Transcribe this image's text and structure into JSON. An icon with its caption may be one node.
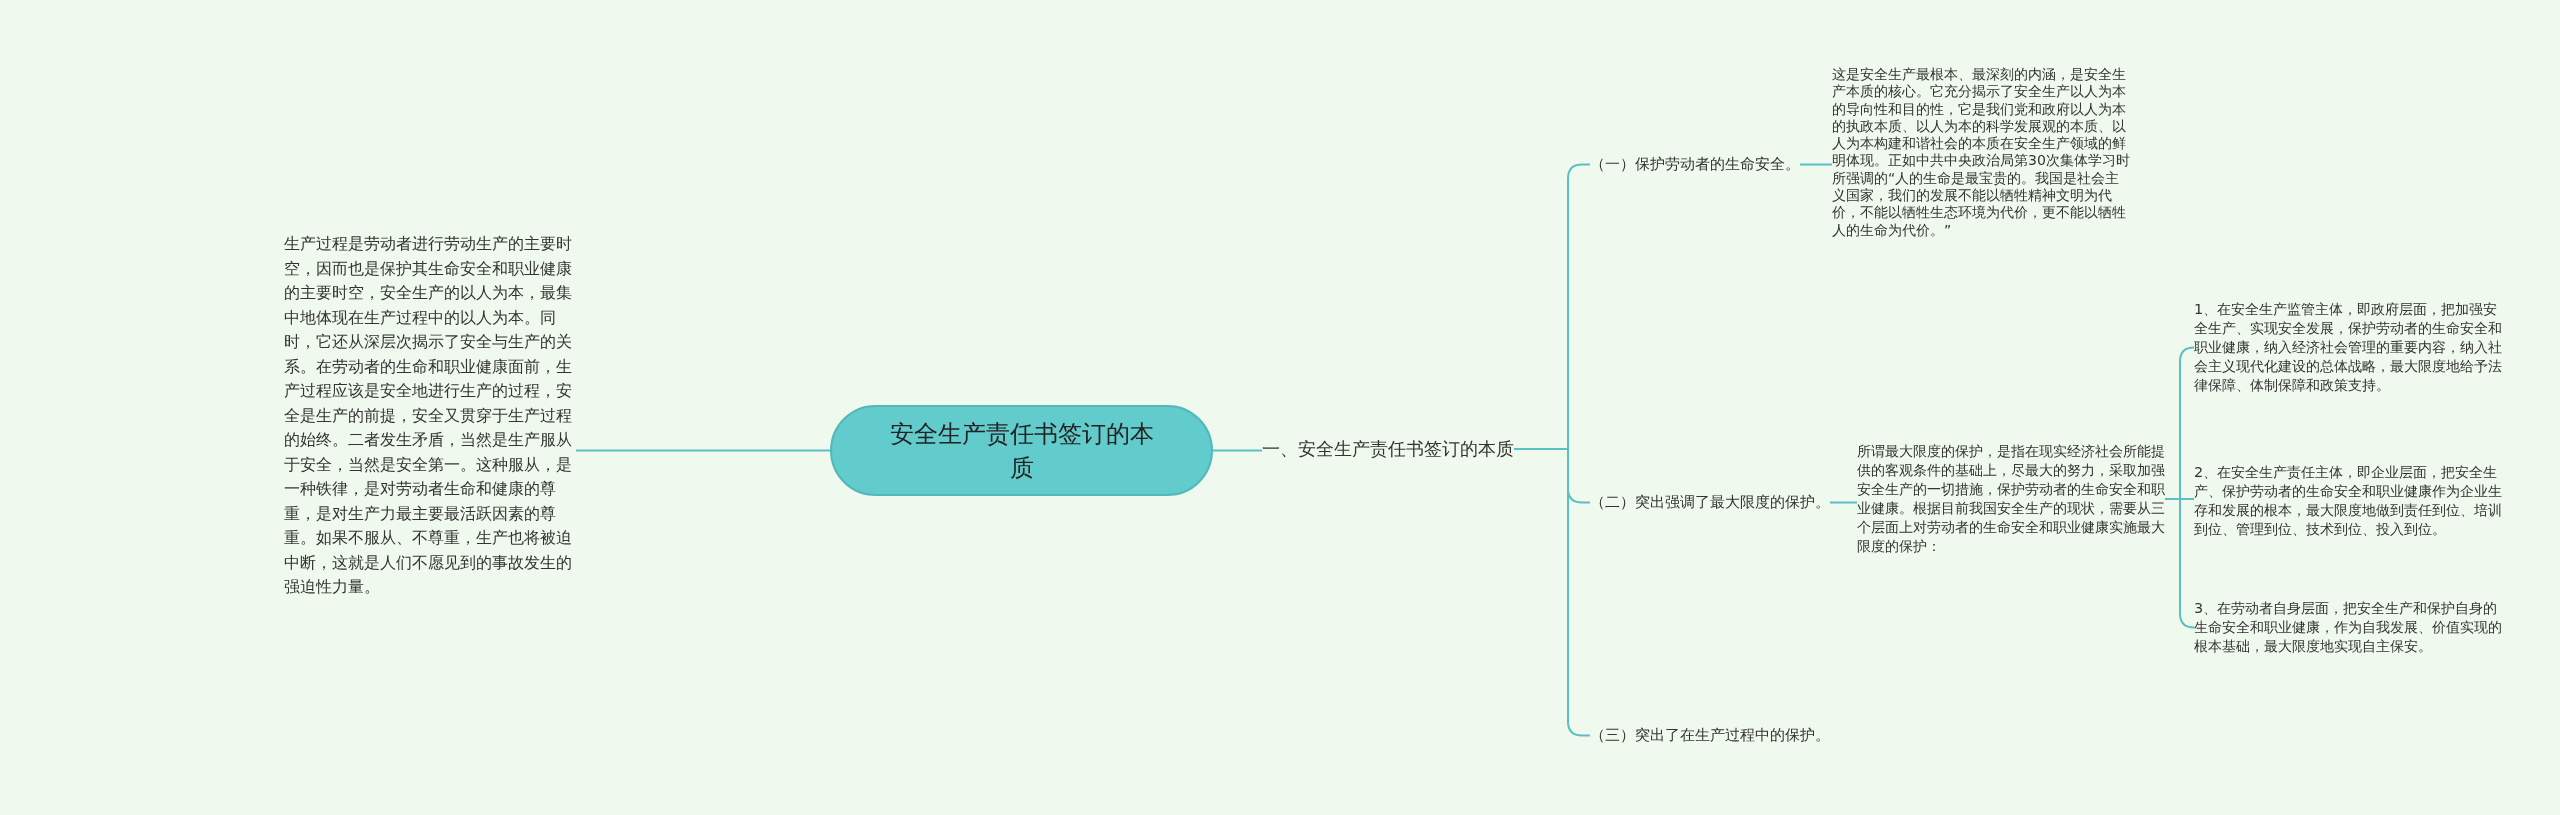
{
  "diagram": {
    "nodes": [
      {
        "text": [
          "安全生产责任书签订的本质"
        ]
      },
      {
        "text": [
          "生产过程是劳动者进行劳动生产的主要时空，因而也是保护其生命安全和职业健康的主要时空，安全生产的以人为本，最集中地体现在生产过程中的以人为本。同时，它还从深层次揭示了安全与生产的关系。在劳动者的生命和职业健康面前，生产过程应该是安全地进行生产的过程，安全是生产的前提，安全又贯穿于生产过程的始终。二者发生矛盾，当然是生产服从于安全，当然是安全第一。这种服从，是一种铁律，是对劳动者生命和健康的尊重，是对生产力最主要最活跃因素的尊重。如果不服从、不尊重，生产也将被迫中断，这就是人们不愿见到的事故发生的强迫性力量。"
        ]
      },
      {
        "text": [
          "一、安全生产责任书签订的本质"
        ]
      },
      {
        "text": [
          "（一）保护劳动者的生命安全。"
        ]
      },
      {
        "text": [
          "这是安全生产最根本、最深刻的内涵，是安全生产本质的核心。它充分揭示了安全生产以人为本的导向性和目的性，它是我们党和政府以人为本的执政本质、以人为本的科学发展观的本质、以人为本构建和谐社会的本质在安全生产领域的鲜明体现。正如中共中央政治局第30次集体学习时所强调的“人的生命是最宝贵的。我国是社会主义国家，我们的发展不能以牺牲精神文明为代价，不能以牺牲生态环境为代价，更不能以牺牲人的生命为代价。”"
        ]
      },
      {
        "text": [
          "（二）突出强调了最大限度的保护。"
        ]
      },
      {
        "text": [
          "所谓最大限度的保护，是指在现实经济社会所能提供的客观条件的基础上，尽最大的努力，采取加强安全生产的一切措施，保护劳动者的生命安全和职业健康。根据目前我国安全生产的现状，需要从三个层面上对劳动者的生命安全和职业健康实施最大限度的保护："
        ]
      },
      {
        "text": [
          "1、在安全生产监管主体，即政府层面，把加强安全生产、实现安全发展，保护劳动者的生命安全和职业健康，纳入经济社会管理的重要内容，纳入社会主义现代化建设的总体战略，最大限度地给予法律保障、体制保障和政策支持。"
        ]
      },
      {
        "text": [
          "2、在安全生产责任主体，即企业层面，把安全生产、保护劳动者的生命安全和职业健康作为企业生存和发展的根本，最大限度地做到责任到位、培训到位、管理到位、技术到位、投入到位。"
        ]
      },
      {
        "text": [
          "3、在劳动者自身层面，把安全生产和保护自身的生命安全和职业健康，作为自我发展、价值实现的根本基础，最大限度地实现自主保安。"
        ]
      },
      {
        "text": [
          "（三）突出了在生产过程中的保护。"
        ]
      }
    ],
    "edges": [
      {
        "from": 0,
        "to": 1,
        "arrow": "none"
      },
      {
        "from": 0,
        "to": 2,
        "arrow": "none"
      },
      {
        "from": 2,
        "to": 3,
        "arrow": "none"
      },
      {
        "from": 3,
        "to": 4,
        "arrow": "none"
      },
      {
        "from": 2,
        "to": 5,
        "arrow": "none"
      },
      {
        "from": 5,
        "to": 6,
        "arrow": "none"
      },
      {
        "from": 6,
        "to": 7,
        "arrow": "none"
      },
      {
        "from": 6,
        "to": 8,
        "arrow": "none"
      },
      {
        "from": 6,
        "to": 9,
        "arrow": "none"
      },
      {
        "from": 2,
        "to": 10,
        "arrow": "none"
      }
    ]
  }
}
